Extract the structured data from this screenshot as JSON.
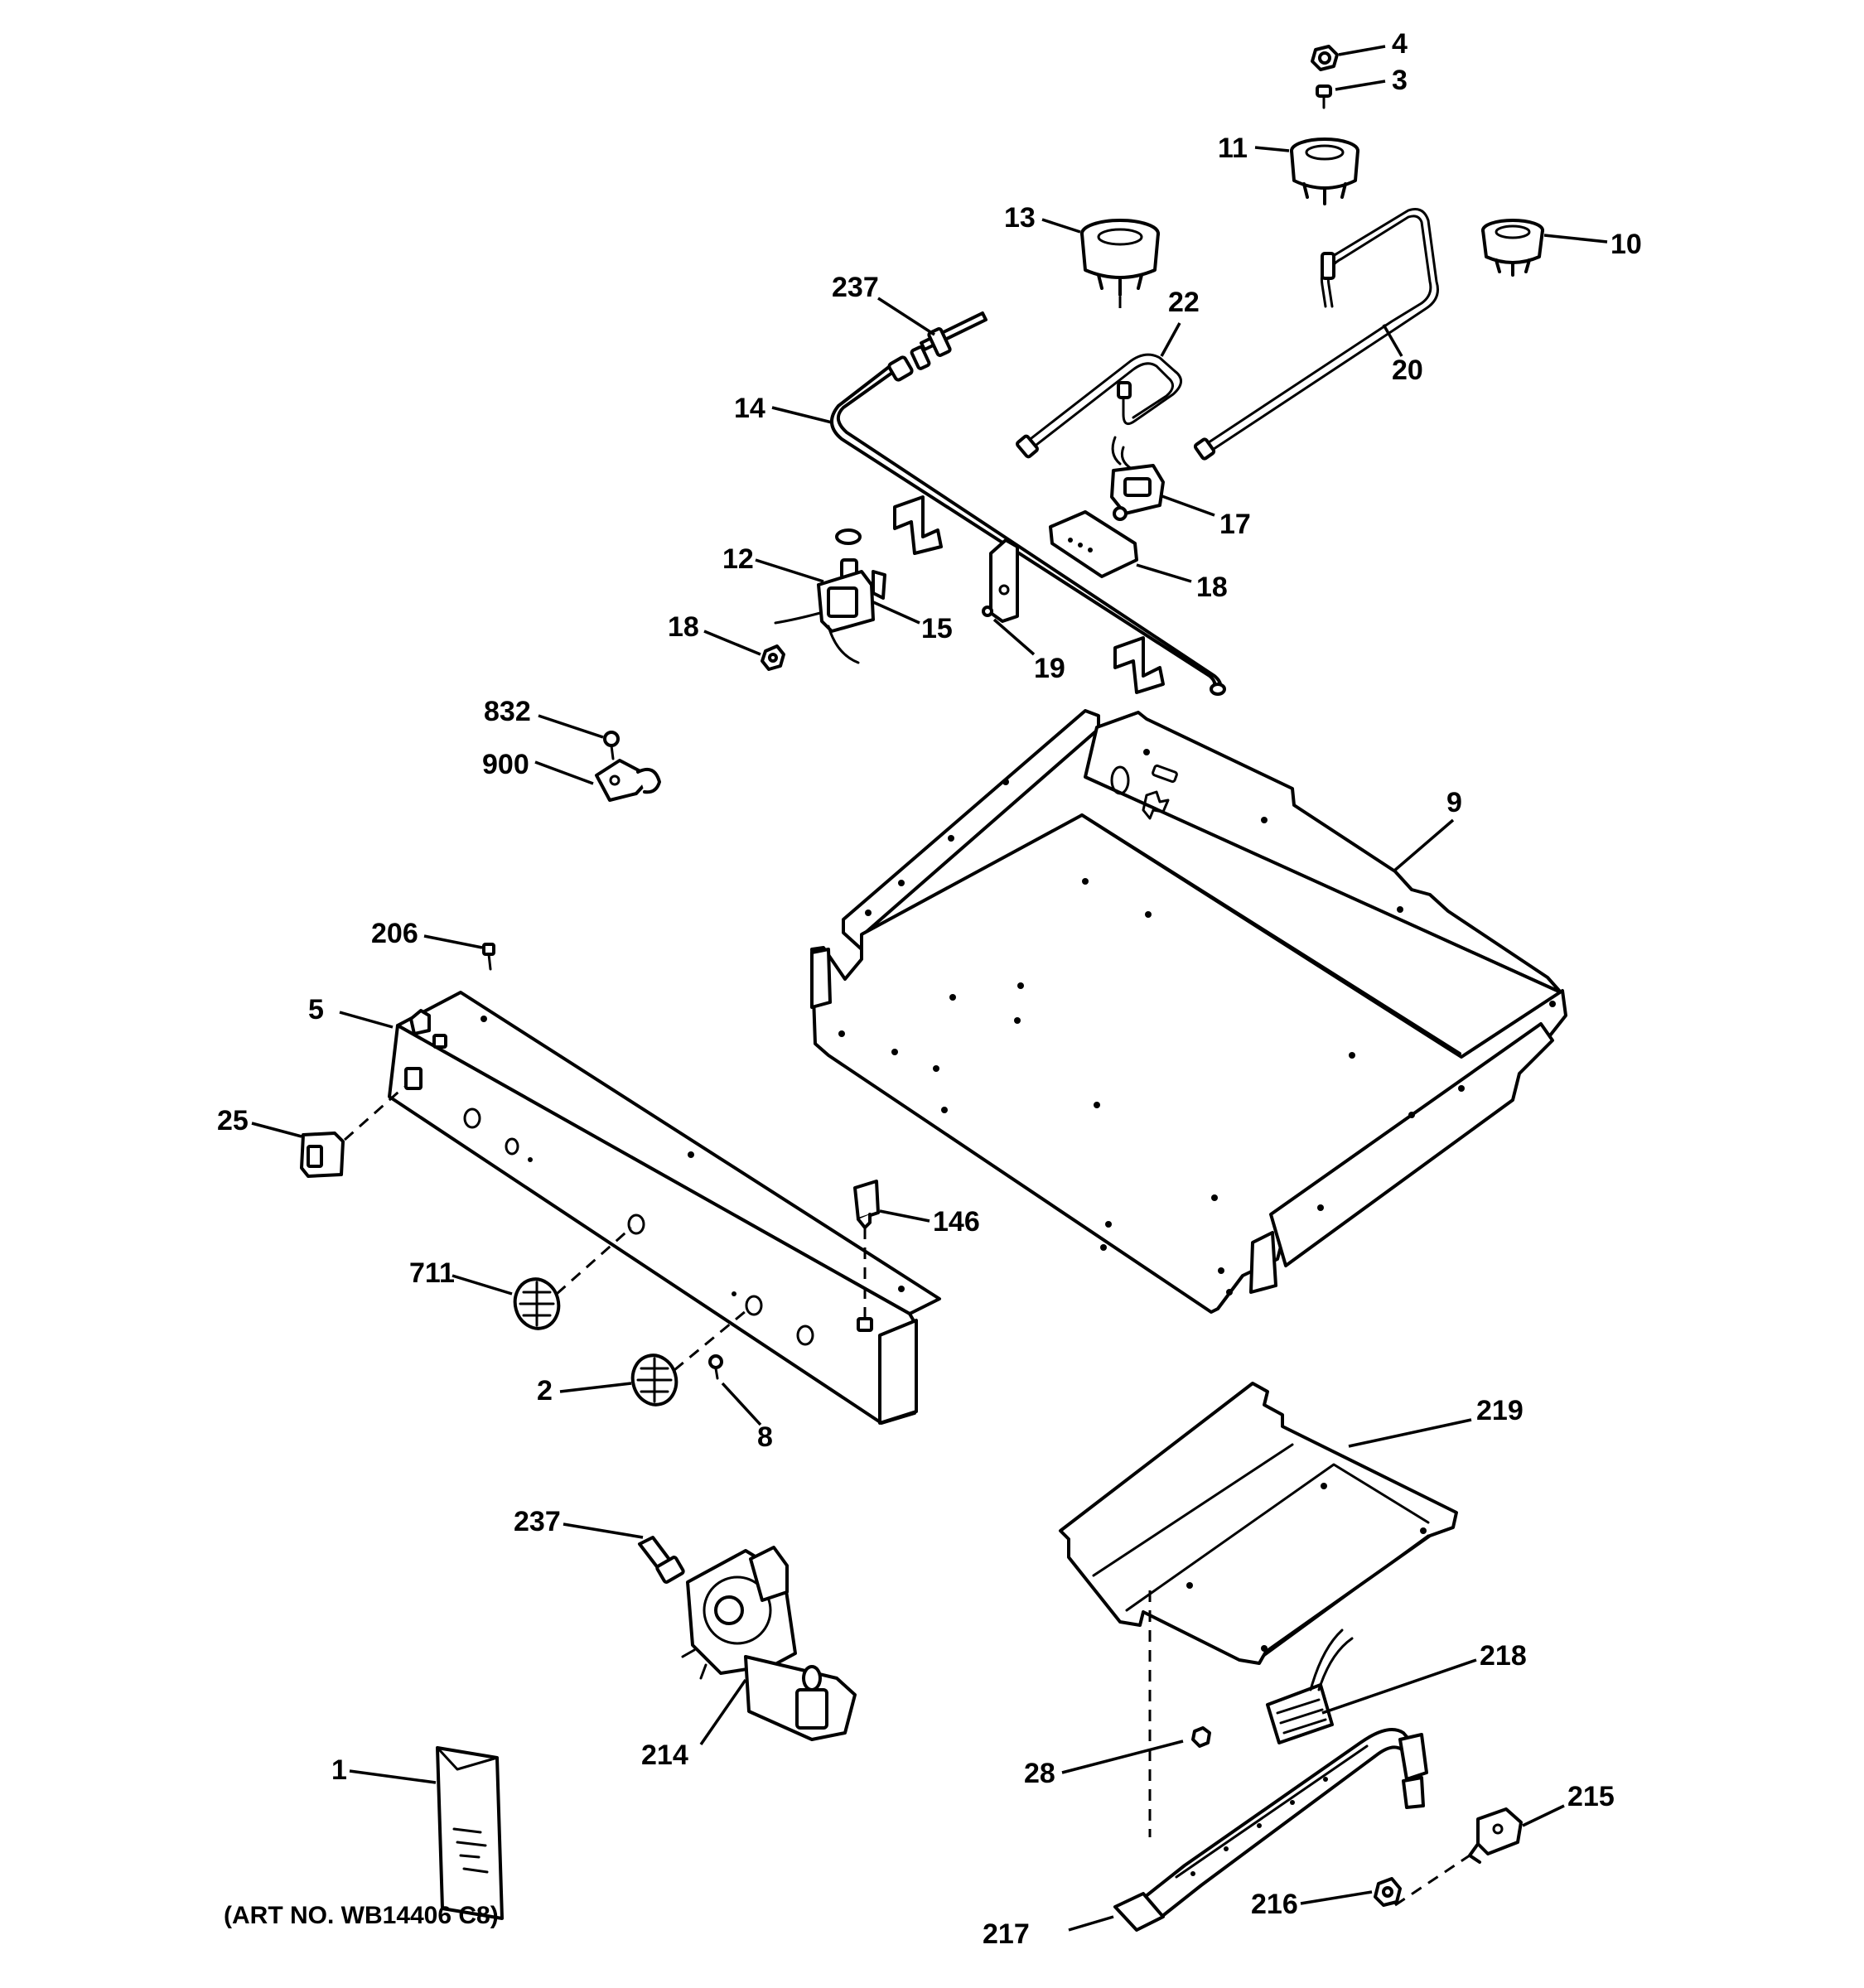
{
  "parts": [
    {
      "id": "p4",
      "label": "4"
    },
    {
      "id": "p3",
      "label": "3"
    },
    {
      "id": "p11",
      "label": "11"
    },
    {
      "id": "p13",
      "label": "13"
    },
    {
      "id": "p10",
      "label": "10"
    },
    {
      "id": "p237a",
      "label": "237"
    },
    {
      "id": "p22",
      "label": "22"
    },
    {
      "id": "p20",
      "label": "20"
    },
    {
      "id": "p14",
      "label": "14"
    },
    {
      "id": "p17",
      "label": "17"
    },
    {
      "id": "p18a",
      "label": "18"
    },
    {
      "id": "p12",
      "label": "12"
    },
    {
      "id": "p15",
      "label": "15"
    },
    {
      "id": "p18b",
      "label": "18"
    },
    {
      "id": "p19",
      "label": "19"
    },
    {
      "id": "p832",
      "label": "832"
    },
    {
      "id": "p900",
      "label": "900"
    },
    {
      "id": "p9",
      "label": "9"
    },
    {
      "id": "p206",
      "label": "206"
    },
    {
      "id": "p5",
      "label": "5"
    },
    {
      "id": "p25",
      "label": "25"
    },
    {
      "id": "p146",
      "label": "146"
    },
    {
      "id": "p711",
      "label": "711"
    },
    {
      "id": "p2",
      "label": "2"
    },
    {
      "id": "p8",
      "label": "8"
    },
    {
      "id": "p219",
      "label": "219"
    },
    {
      "id": "p237b",
      "label": "237"
    },
    {
      "id": "p218",
      "label": "218"
    },
    {
      "id": "p214",
      "label": "214"
    },
    {
      "id": "p1",
      "label": "1"
    },
    {
      "id": "p28",
      "label": "28"
    },
    {
      "id": "p215",
      "label": "215"
    },
    {
      "id": "p216",
      "label": "216"
    },
    {
      "id": "p217",
      "label": "217"
    }
  ],
  "art_number": "(ART NO. WB14406 C8)"
}
